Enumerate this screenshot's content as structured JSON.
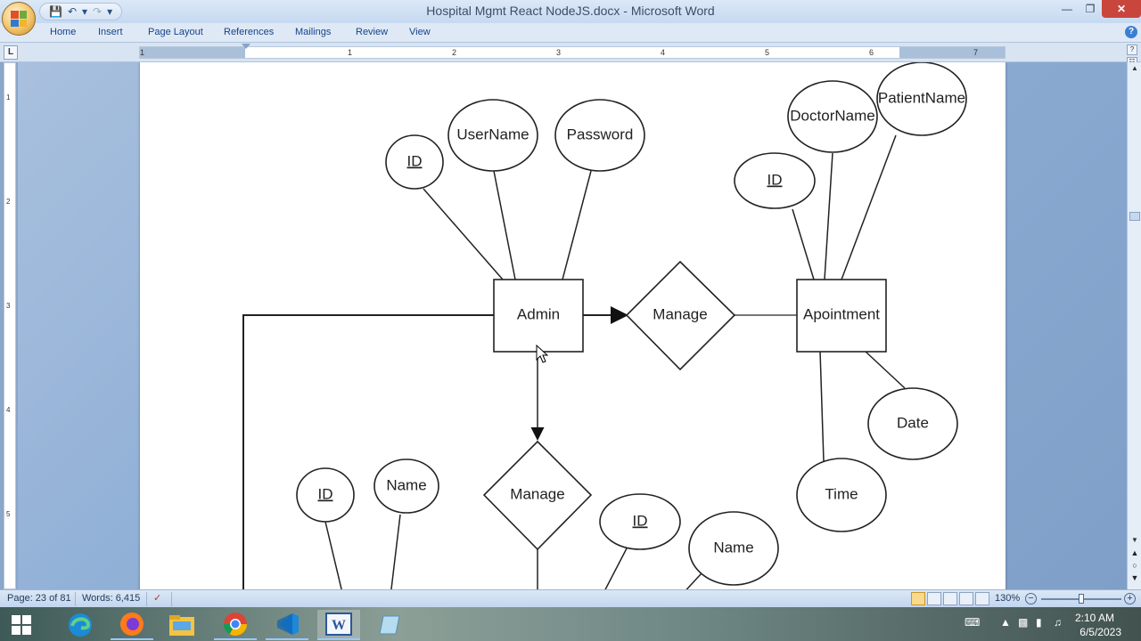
{
  "window": {
    "title": "Hospital Mgmt React NodeJS.docx - Microsoft Word"
  },
  "ribbon": {
    "tabs": [
      "Home",
      "Insert",
      "Page Layout",
      "References",
      "Mailings",
      "Review",
      "View"
    ]
  },
  "ruler": {
    "numbers": [
      "1",
      "1",
      "2",
      "3",
      "4",
      "5",
      "6",
      "7"
    ],
    "vertical_numbers": [
      "1",
      "2",
      "3",
      "4",
      "5"
    ]
  },
  "diagram": {
    "admin_entity": "Admin",
    "appointment_entity": "Apointment",
    "manage_top": "Manage",
    "manage_bottom": "Manage",
    "admin_attrs": {
      "id": "ID",
      "username": "UserName",
      "password": "Password"
    },
    "appointment_attrs": {
      "id": "ID",
      "doctor_name": "DoctorName",
      "patient_name": "PatientName",
      "date": "Date",
      "time": "Time"
    },
    "bottom_left_attrs": {
      "id": "ID",
      "name": "Name"
    },
    "bottom_right_attrs": {
      "id": "ID",
      "name": "Name"
    }
  },
  "status": {
    "page": "Page: 23 of 81",
    "words": "Words: 6,415",
    "zoom": "130%"
  },
  "taskbar": {
    "apps": [
      "start-icon",
      "edge-icon",
      "firefox-icon",
      "file-explorer-icon",
      "chrome-icon",
      "vscode-icon",
      "word-icon",
      "notepad-icon"
    ]
  },
  "clock": {
    "time": "2:10 AM",
    "date": "6/5/2023"
  }
}
